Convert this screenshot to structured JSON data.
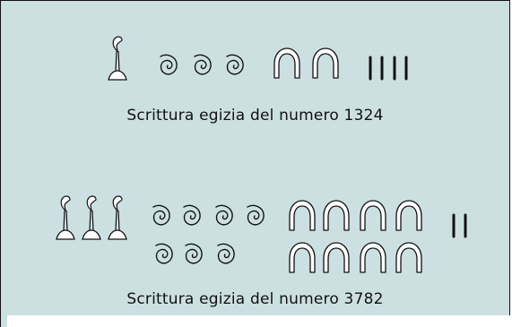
{
  "figure": {
    "background_color": "#cce0e2",
    "ink_color": "#111111",
    "examples": [
      {
        "number": "1324",
        "caption": "Scrittura egizia del numero 1324",
        "glyphs": {
          "lotus-flower-1000": 1,
          "coil-100": 3,
          "heel-bone-10": 2,
          "stroke-1": 4
        }
      },
      {
        "number": "3782",
        "caption": "Scrittura egizia del numero 3782",
        "glyphs": {
          "lotus-flower-1000": 3,
          "coil-100": 7,
          "heel-bone-10": 8,
          "stroke-1": 2
        }
      }
    ]
  }
}
